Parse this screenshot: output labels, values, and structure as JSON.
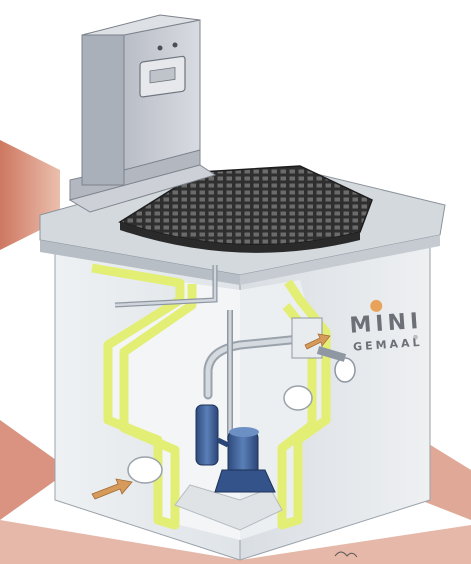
{
  "brand": {
    "line1": "MINI",
    "line2": "GEMAAL",
    "mark": "®"
  },
  "components": [
    "control-cabinet",
    "grating-cover",
    "concrete-chamber",
    "submersible-pump",
    "discharge-pipe",
    "inlet-arrow",
    "outlet-arrow"
  ],
  "colors": {
    "ground": "#c9654a",
    "concrete": "#e3e7ea",
    "insulation": "#e4ed7a",
    "pump": "#3b5b92",
    "grating": "#3a3a3a",
    "cabinet": "#c7cad1",
    "arrow": "#d69a5a"
  }
}
